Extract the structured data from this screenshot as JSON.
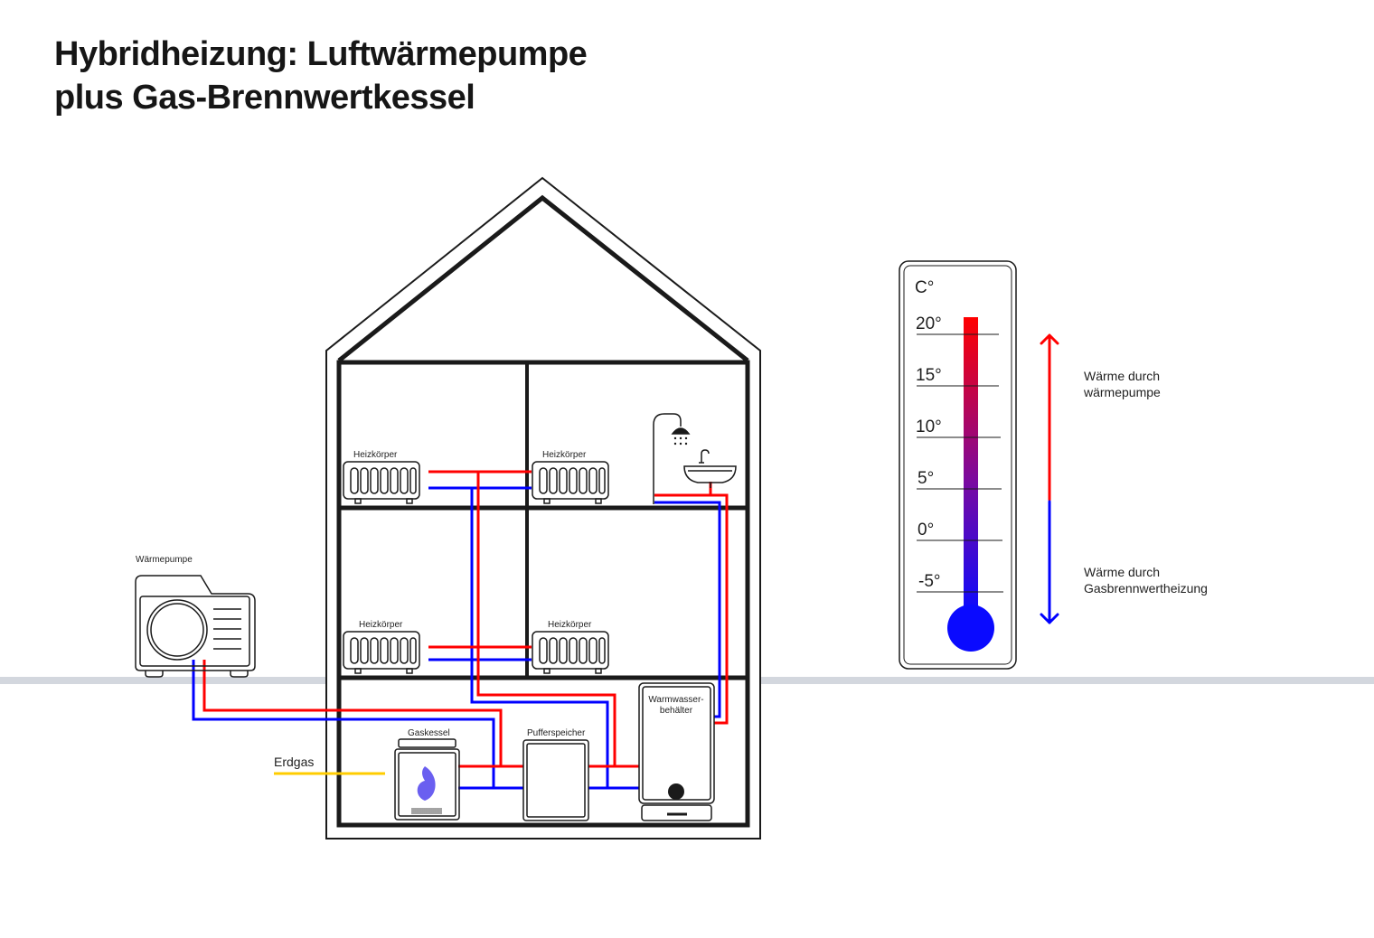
{
  "title": {
    "line1": "Hybridheizung: Luftwärmepumpe",
    "line2": "plus Gas-Brennwertkessel"
  },
  "labels": {
    "radiator_top_left": "Heizkörper",
    "radiator_top_right": "Heizkörper",
    "radiator_mid_left": "Heizkörper",
    "radiator_mid_right": "Heizkörper",
    "heat_pump": "Wärmepumpe",
    "gas_boiler": "Gaskessel",
    "buffer_tank": "Pufferspeicher",
    "hot_water_tank_line1": "Warmwasser-",
    "hot_water_tank_line2": "behälter",
    "natural_gas": "Erdgas"
  },
  "thermometer": {
    "unit": "C°",
    "ticks": [
      "20°",
      "15°",
      "10°",
      "5°",
      "0°",
      "-5°"
    ],
    "heat_pump_range": {
      "line1": "Wärme durch",
      "line2": "wärmepumpe"
    },
    "gas_range": {
      "line1": "Wärme durch",
      "line2": "Gasbrennwertheizung"
    }
  },
  "colors": {
    "hot_pipe": "#ff0000",
    "cold_pipe": "#0000ff",
    "gas_line": "#ffcc00",
    "ground": "#d3d7de",
    "flame": "#6a5ff0",
    "outline": "#1a1a1a"
  },
  "icons": [
    "shower-icon",
    "sink-icon",
    "flame-icon"
  ]
}
